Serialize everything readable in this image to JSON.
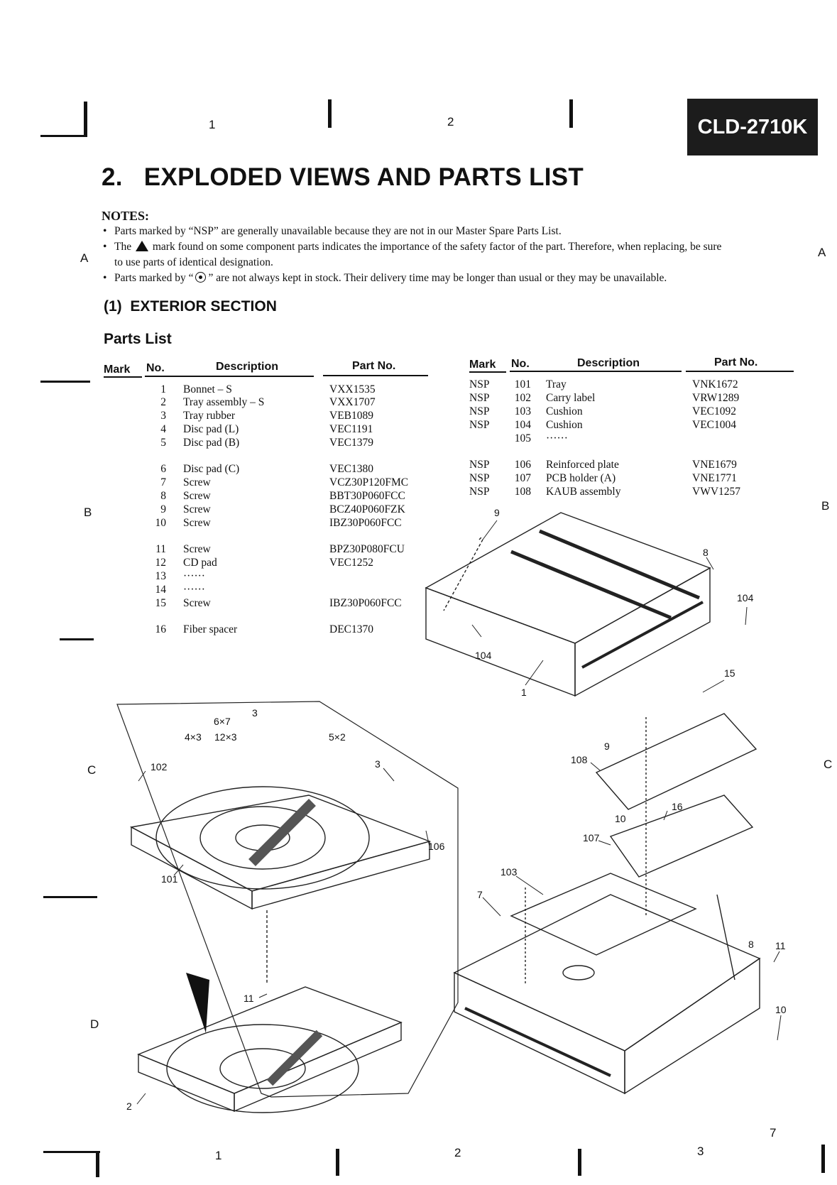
{
  "header": {
    "model": "CLD-2710K",
    "col_top_1": "1",
    "col_top_2": "2",
    "col_bottom_1": "1",
    "col_bottom_2": "2",
    "col_bottom_3": "3"
  },
  "grid": {
    "a": "A",
    "b": "B",
    "c": "C",
    "d": "D"
  },
  "title": {
    "number": "2.",
    "text": "EXPLODED VIEWS AND PARTS LIST"
  },
  "notes": {
    "heading": "NOTES:",
    "n1": "Parts marked by “NSP” are generally unavailable because they are not in our Master Spare Parts List.",
    "n2a": "The",
    "n2b": "mark found on some component parts indicates the importance of the safety factor of the part. Therefore, when replacing, be sure",
    "n2c": "to use parts of identical designation.",
    "n3a": "Parts marked by “",
    "n3b": "” are not always kept in stock. Their delivery time may be longer than usual or they may be unavailable."
  },
  "section": {
    "number": "(1)",
    "title": "EXTERIOR SECTION",
    "subtitle": "Parts List"
  },
  "table_headers": {
    "mark": "Mark",
    "no": "No.",
    "description": "Description",
    "part_no": "Part No."
  },
  "left_table": [
    {
      "mark": "",
      "no": "1",
      "desc": "Bonnet – S",
      "part": "VXX1535"
    },
    {
      "mark": "",
      "no": "2",
      "desc": "Tray  assembly – S",
      "part": "VXX1707"
    },
    {
      "mark": "",
      "no": "3",
      "desc": "Tray  rubber",
      "part": "VEB1089"
    },
    {
      "mark": "",
      "no": "4",
      "desc": "Disc  pad  (L)",
      "part": "VEC1191"
    },
    {
      "mark": "",
      "no": "5",
      "desc": "Disc  pad  (B)",
      "part": "VEC1379"
    },
    {
      "mark": "",
      "no": "6",
      "desc": "Disc  pad  (C)",
      "part": "VEC1380"
    },
    {
      "mark": "",
      "no": "7",
      "desc": "Screw",
      "part": "VCZ30P120FMC"
    },
    {
      "mark": "",
      "no": "8",
      "desc": "Screw",
      "part": "BBT30P060FCC"
    },
    {
      "mark": "",
      "no": "9",
      "desc": "Screw",
      "part": "BCZ40P060FZK"
    },
    {
      "mark": "",
      "no": "10",
      "desc": "Screw",
      "part": "IBZ30P060FCC"
    },
    {
      "mark": "",
      "no": "11",
      "desc": "Screw",
      "part": "BPZ30P080FCU"
    },
    {
      "mark": "",
      "no": "12",
      "desc": "CD  pad",
      "part": "VEC1252"
    },
    {
      "mark": "",
      "no": "13",
      "desc": "······",
      "part": ""
    },
    {
      "mark": "",
      "no": "14",
      "desc": "······",
      "part": ""
    },
    {
      "mark": "",
      "no": "15",
      "desc": "Screw",
      "part": "IBZ30P060FCC"
    },
    {
      "mark": "",
      "no": "16",
      "desc": "Fiber  spacer",
      "part": "DEC1370"
    }
  ],
  "right_table": [
    {
      "mark": "NSP",
      "no": "101",
      "desc": "Tray",
      "part": "VNK1672"
    },
    {
      "mark": "NSP",
      "no": "102",
      "desc": "Carry  label",
      "part": "VRW1289"
    },
    {
      "mark": "NSP",
      "no": "103",
      "desc": "Cushion",
      "part": "VEC1092"
    },
    {
      "mark": "NSP",
      "no": "104",
      "desc": "Cushion",
      "part": "VEC1004"
    },
    {
      "mark": "",
      "no": "105",
      "desc": "······",
      "part": ""
    },
    {
      "mark": "NSP",
      "no": "106",
      "desc": "Reinforced  plate",
      "part": "VNE1679"
    },
    {
      "mark": "NSP",
      "no": "107",
      "desc": "PCB  holder  (A)",
      "part": "VNE1771"
    },
    {
      "mark": "NSP",
      "no": "108",
      "desc": "KAUB  assembly",
      "part": "VWV1257"
    }
  ],
  "callouts": {
    "c9a": "9",
    "c8a": "8",
    "c104a": "104",
    "c104b": "104",
    "c1": "1",
    "c15": "15",
    "c9b": "9",
    "c108": "108",
    "c16": "16",
    "c10a": "10",
    "c107": "107",
    "c103": "103",
    "c7": "7",
    "c8b": "8",
    "c11a": "11",
    "c10b": "10",
    "c3a": "3",
    "c6x7": "6×7",
    "c4x3": "4×3",
    "c12x3": "12×3",
    "c5x2": "5×2",
    "c3b": "3",
    "c102": "102",
    "c106": "106",
    "c101": "101",
    "c11b": "11",
    "c2": "2"
  },
  "page_number": "7"
}
